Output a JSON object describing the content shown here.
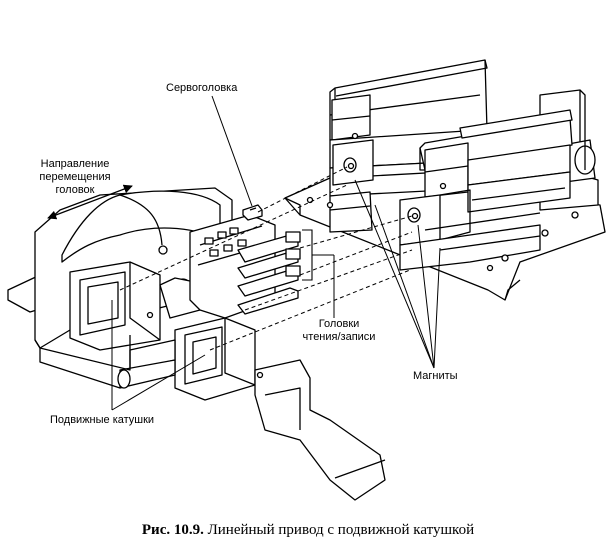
{
  "labels": {
    "servo_head": "Сервоголовка",
    "direction_line1": "Направление",
    "direction_line2": "перемещения",
    "direction_line3": "головок",
    "rw_heads_line1": "Головки",
    "rw_heads_line2": "чтения/записи",
    "magnets": "Магниты",
    "moving_coils": "Подвижные катушки"
  },
  "caption": {
    "prefix": "Рис. 10.9.",
    "text": "Линейный привод с подвижной катушкой"
  }
}
